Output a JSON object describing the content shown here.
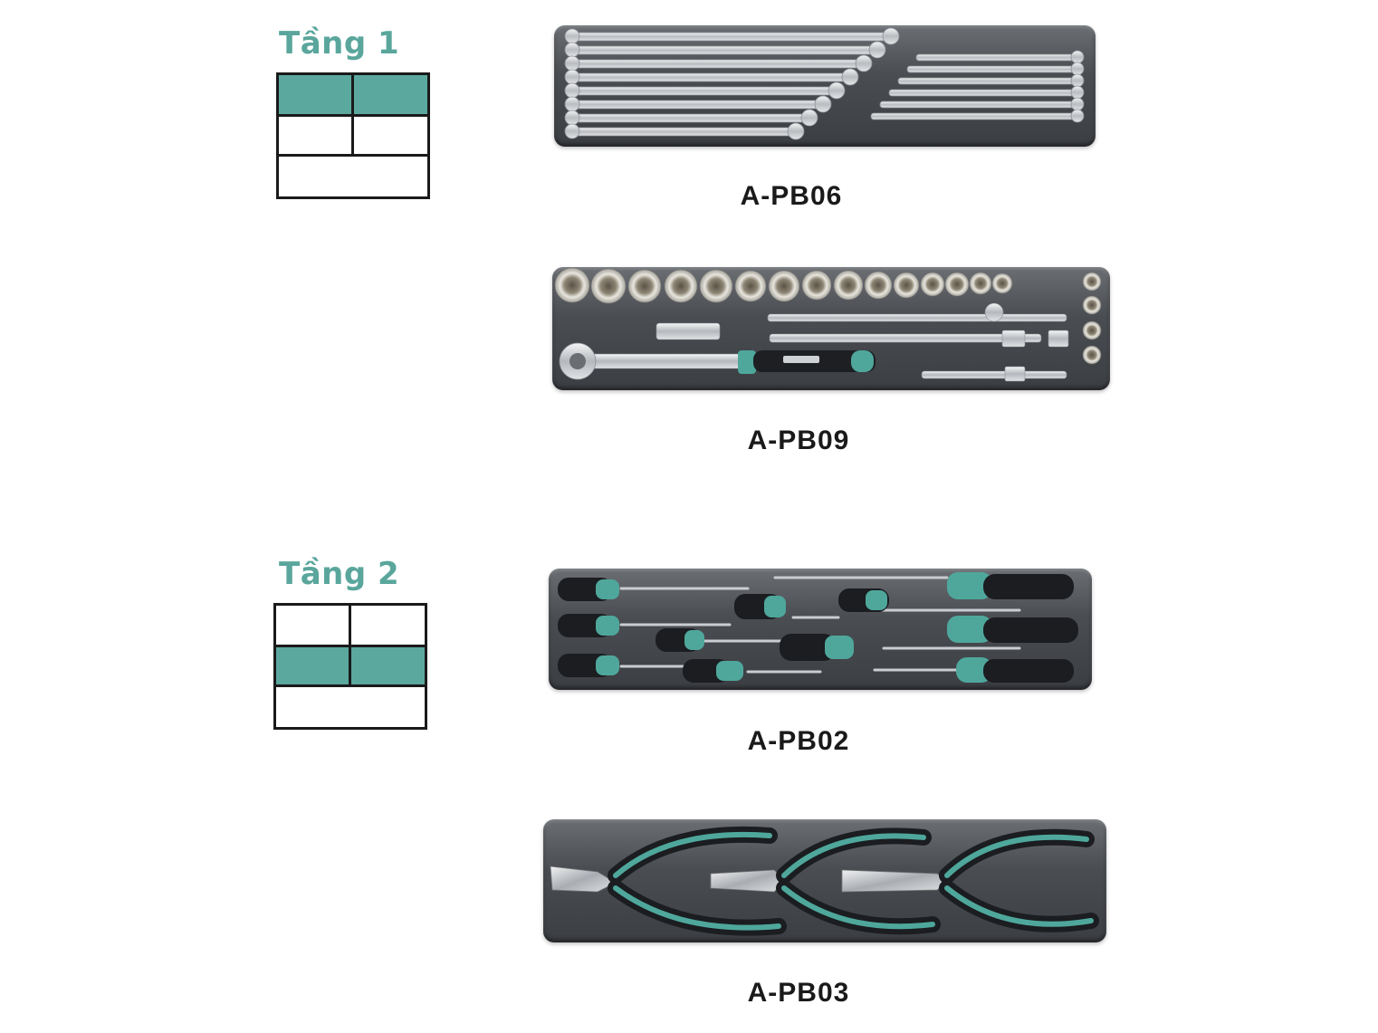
{
  "tiers": [
    {
      "title": "Tầng 1"
    },
    {
      "title": "Tầng 2"
    }
  ],
  "trays": [
    {
      "code": "A-PB06"
    },
    {
      "code": "A-PB09"
    },
    {
      "code": "A-PB02"
    },
    {
      "code": "A-PB03"
    }
  ],
  "colors": {
    "accent": "#5ba89f",
    "tray": "#45484d",
    "outline": "#1a1a1a"
  }
}
